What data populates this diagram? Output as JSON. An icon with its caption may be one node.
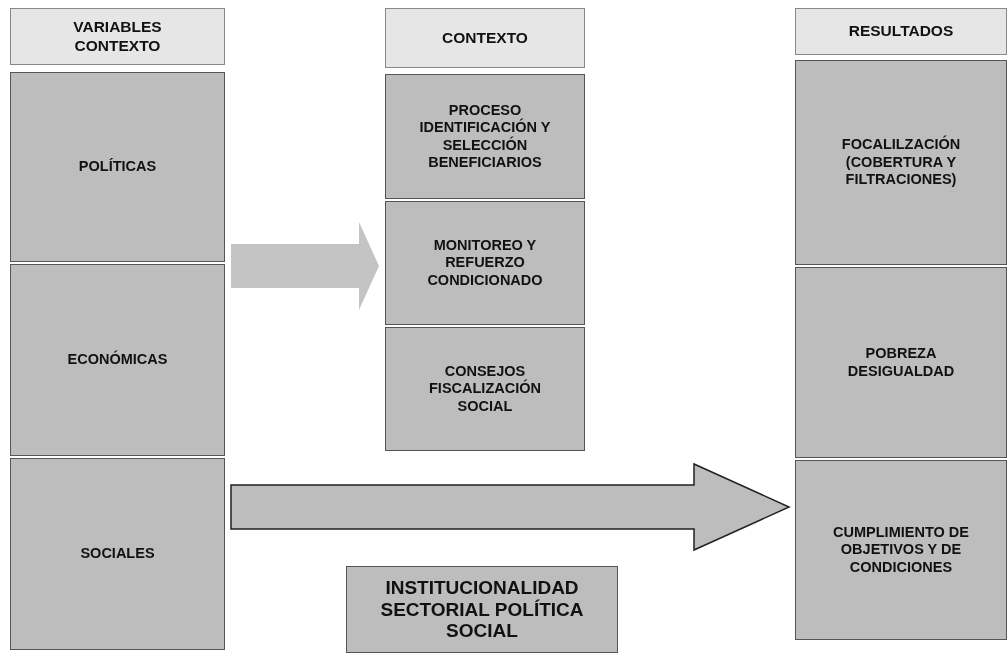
{
  "diagram": {
    "nodes": [
      {
        "text": [
          "VARIABLES CONTEXTO"
        ]
      },
      {
        "text": [
          "POLÍTICAS"
        ]
      },
      {
        "text": [
          "ECONÓMICAS"
        ]
      },
      {
        "text": [
          "SOCIALES"
        ]
      },
      {
        "text": [
          "CONTEXTO"
        ]
      },
      {
        "text": [
          "PROCESO IDENTIFICACIÓN Y SELECCIÓN BENEFICIARIOS"
        ]
      },
      {
        "text": [
          "MONITOREO Y REFUERZO CONDICIONADO"
        ]
      },
      {
        "text": [
          "CONSEJOS FISCALIZACIÓN SOCIAL"
        ]
      },
      {
        "text": [
          "RESULTADOS"
        ]
      },
      {
        "text": [
          "FOCALILZACIÓN (COBERTURA Y FILTRACIONES)"
        ]
      },
      {
        "text": [
          "POBREZA DESIGUALDAD"
        ]
      },
      {
        "text": [
          "CUMPLIMIENTO DE OBJETIVOS Y DE CONDICIONES"
        ]
      },
      {
        "text": [
          "INSTITUCIONALIDAD SECTORIAL POLÍTICA SOCIAL"
        ]
      }
    ],
    "edges": [
      {
        "from": 1,
        "to": 6,
        "arrow": "to"
      },
      {
        "from": 3,
        "to": 11,
        "arrow": "to"
      }
    ]
  }
}
